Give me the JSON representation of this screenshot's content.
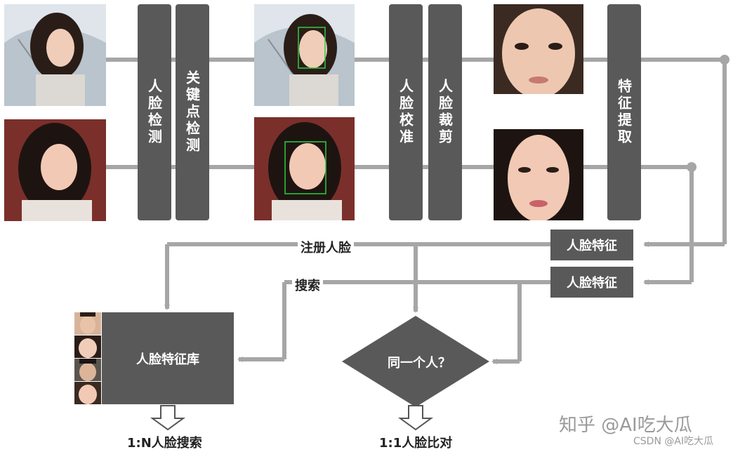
{
  "steps": {
    "face_detect": "人脸检测",
    "keypoint_detect": "关键点检测",
    "face_align": "人脸校准",
    "face_crop": "人脸裁剪",
    "feature_extract": "特征提取"
  },
  "boxes": {
    "feature_top": "人脸特征",
    "feature_bottom": "人脸特征",
    "feature_db": "人脸特征库",
    "same_person": "同一个人？"
  },
  "labels": {
    "register": "注册人脸",
    "search": "搜索"
  },
  "outputs": {
    "one_to_n": "1:N人脸搜索",
    "one_to_one": "1:1人脸比对"
  },
  "watermarks": {
    "zhihu": "知乎 @AI吃大瓜",
    "csdn": "CSDN @AI吃大瓜"
  },
  "colors": {
    "box": "#595959",
    "line": "#a6a6a6",
    "detect_box": "#2ecc40"
  }
}
